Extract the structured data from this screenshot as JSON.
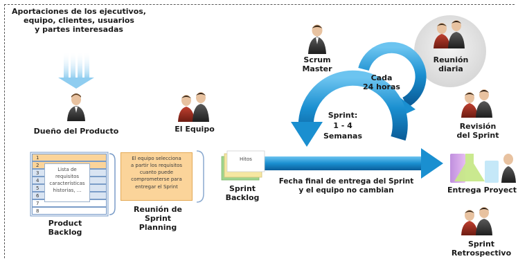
{
  "header": {
    "lines": [
      "Aportaciones de los ejecutivos,",
      "equipo, clientes, usuarios",
      "y partes interesadas"
    ]
  },
  "roles": {
    "product_owner": "Dueño del Producto",
    "team": "El Equipo",
    "scrum_master": [
      "Scrum",
      "Master"
    ],
    "daily_meeting": [
      "Reunión",
      "diaria"
    ]
  },
  "cycle": {
    "daily": [
      "Cada",
      "24 horas"
    ],
    "sprint": [
      "Sprint:",
      "1 - 4",
      "Semanas"
    ]
  },
  "product_backlog": {
    "rows": [
      "1",
      "2",
      "3",
      "4",
      "5",
      "6",
      "7",
      "8"
    ],
    "card": [
      "Lista de",
      "requisitos",
      "características",
      "historias, ..."
    ],
    "label": [
      "Product",
      "Backlog"
    ]
  },
  "planning": {
    "card": [
      "El equipo selecciona",
      "a partir los requisitos",
      "cuanto puede",
      "comprometerse para",
      "entregar el Sprint"
    ],
    "label": [
      "Reunión de",
      "Sprint",
      "Planning"
    ]
  },
  "sprint_backlog": {
    "card": "Hitos",
    "label": [
      "Sprint",
      "Backlog"
    ]
  },
  "fixed_note": [
    "Fecha final de entrega del Sprint",
    "y el equipo no cambian"
  ],
  "outcomes": {
    "review": [
      "Revisión",
      "del Sprint"
    ],
    "delivery": "Entrega Proyecto",
    "retro": [
      "Sprint",
      "Retrospectivo"
    ]
  },
  "colors": {
    "arrow": "#1a8fd0",
    "arrow_light": "#bfe2f6",
    "backlog_blue": "#7a9cc8",
    "planning_orange": "#f6c57c",
    "sticky_green": "#9fd48e",
    "sticky_yellow": "#f5e7a1"
  }
}
